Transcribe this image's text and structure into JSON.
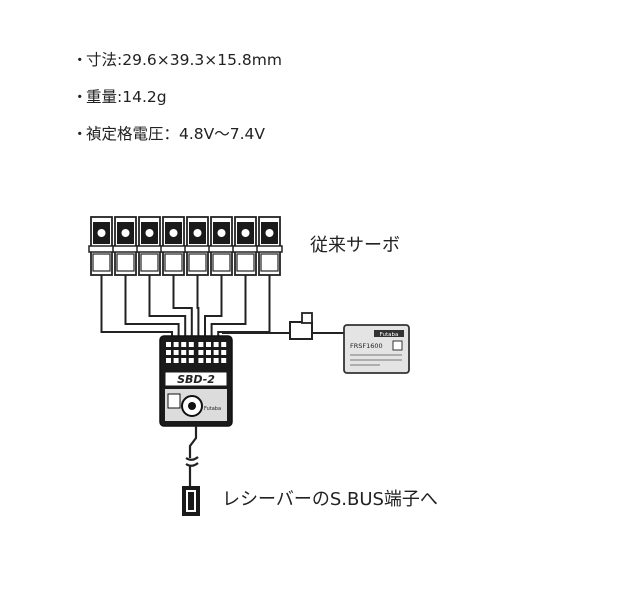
{
  "specs": [
    {
      "text": "寸法:29.6×39.3×15.8mm"
    },
    {
      "text": "重量:14.2g"
    },
    {
      "text": "禎定格電圧：4.8V〜7.4V"
    }
  ],
  "bullet": "・",
  "diagram": {
    "servo_label": "従来サーボ",
    "receiver_brand": "Futaba",
    "receiver_model": "FRSF1600",
    "sbus_label": "レシーバーのS.BUS端子へ",
    "decoder_text": "SBD-2",
    "decoder_brand": "Futaba"
  }
}
